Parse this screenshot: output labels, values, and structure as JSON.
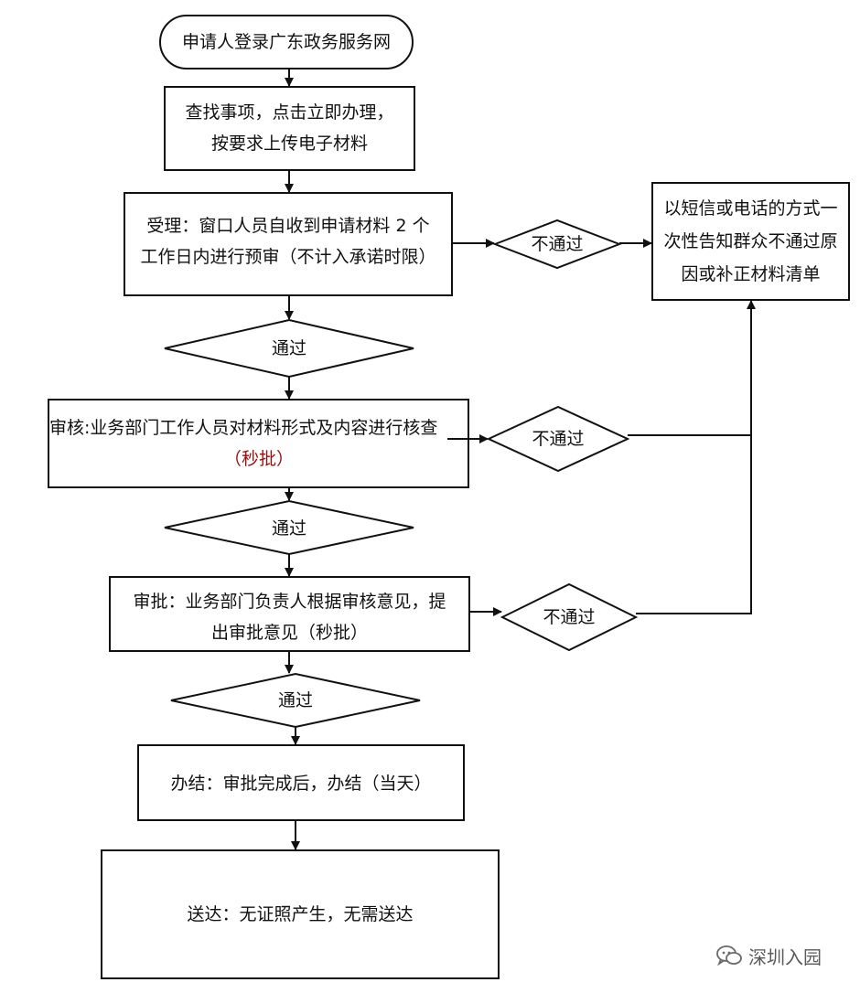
{
  "nodes": {
    "start": "申请人登录广东政务服务网",
    "step1_line1": "查找事项，点击立即办理，",
    "step1_line2": "按要求上传电子材料",
    "accept_line1": "受理：窗口人员自收到申请材料 2 个",
    "accept_line2": "工作日内进行预审（不计入承诺时限）",
    "review_line1": "审核:业务部门工作人员对材料形式及内容进行核查",
    "review_line2": "（秒批）",
    "approve_line1": "审批：业务部门负责人根据审核意见，提",
    "approve_line2": "出审批意见（秒批）",
    "complete": "办结：审批完成后，办结（当天）",
    "deliver": "送达：无证照产生，无需送达",
    "notify_line1": "以短信或电话的方式一",
    "notify_line2": "次性告知群众不通过原",
    "notify_line3": "因或补正材料清单"
  },
  "decisions": {
    "pass_1": "通过",
    "pass_2": "通过",
    "pass_3": "通过",
    "fail_1": "不通过",
    "fail_2": "不通过",
    "fail_3": "不通过"
  },
  "watermark": {
    "text": "深圳入园",
    "icon": "wechat-icon"
  },
  "colors": {
    "line": "#111111",
    "highlight": "#9a0e0e",
    "background": "#ffffff"
  }
}
